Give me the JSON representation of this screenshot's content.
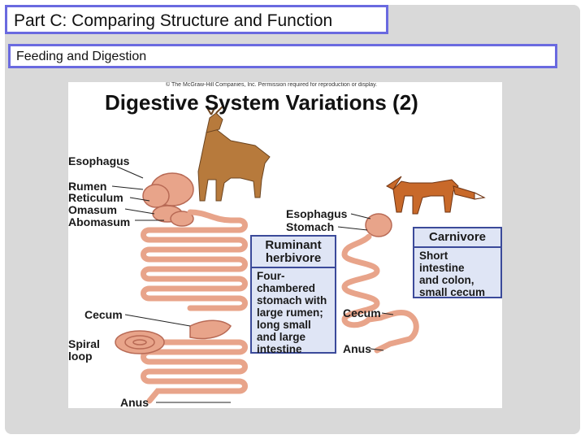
{
  "slide": {
    "title": "Part C:  Comparing Structure and Function",
    "subtitle": "Feeding and Digestion"
  },
  "figure": {
    "copyright": "© The McGraw-Hill Companies, Inc. Permission required for reproduction or display.",
    "heading": "Digestive System Variations (2)",
    "ruminant_labels": {
      "esophagus": "Esophagus",
      "rumen": "Rumen",
      "reticulum": "Reticulum",
      "omasum": "Omasum",
      "abomasum": "Abomasum",
      "cecum": "Cecum",
      "spiral": "Spiral",
      "loop": "loop",
      "anus": "Anus"
    },
    "ruminant_box": {
      "title": "Ruminant\nherbivore",
      "body": "Four-\nchambered\nstomach with\nlarge rumen;\nlong small\nand large\nintestine"
    },
    "carnivore_labels": {
      "esophagus": "Esophagus",
      "stomach": "Stomach",
      "cecum": "Cecum",
      "anus": "Anus"
    },
    "carnivore_box": {
      "title": "Carnivore",
      "body": "Short\nintestine\nand colon,\nsmall cecum"
    },
    "colors": {
      "gut": "#e8a48a",
      "gut_dark": "#b86a55",
      "box_fill": "#dfe5f5",
      "box_border": "#3b4a9a",
      "deer": "#b77a3c",
      "fox": "#c8692a"
    }
  }
}
